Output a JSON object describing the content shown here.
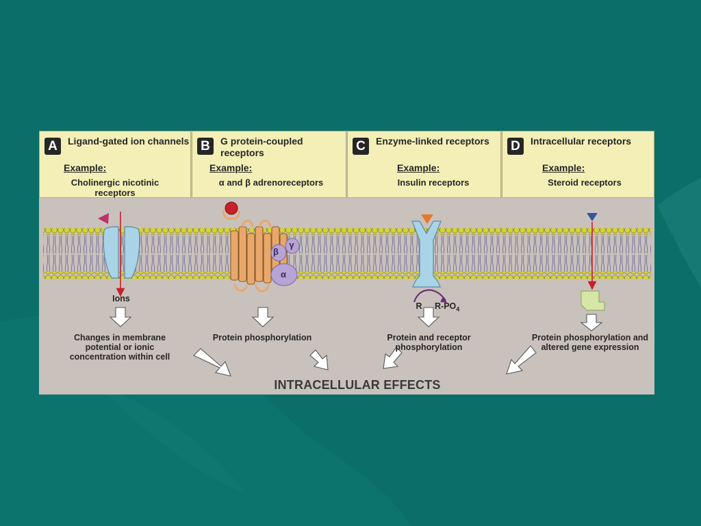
{
  "panels": [
    {
      "letter": "A",
      "title": "Ligand-gated ion channels",
      "example_label": "Example:",
      "example": "Cholinergic nicotinic receptors"
    },
    {
      "letter": "B",
      "title": "G protein-coupled receptors",
      "example_label": "Example:",
      "example": "α and β adrenoreceptors"
    },
    {
      "letter": "C",
      "title": "Enzyme-linked receptors",
      "example_label": "Example:",
      "example": "Insulin receptors"
    },
    {
      "letter": "D",
      "title": "Intracellular receptors",
      "example_label": "Example:",
      "example": "Steroid receptors"
    }
  ],
  "labels": {
    "ions": "Ions",
    "effect_a": "Changes in membrane potential or ionic concentration within cell",
    "effect_b": "Protein phosphorylation",
    "effect_c": "Protein and receptor phosphorylation",
    "effect_d": "Protein phosphorylation and altered gene expression",
    "r": "R",
    "rpo4": "R-PO",
    "rpo4_sub": "4",
    "beta": "β",
    "gamma": "γ",
    "alpha": "α",
    "intracellular_effects": "INTRACELLULAR EFFECTS"
  },
  "colors": {
    "background": "#0c6e68",
    "panel": "#f3efb6",
    "membrane_bg": "#c9c1bb",
    "lipid_head": "#d6d33a",
    "ion_channel": "#a9d3e6",
    "gpcr": "#e9a86b",
    "g_protein": "#b7a3d4",
    "ligand_red": "#c8202a",
    "ligand_pink": "#c2306b",
    "ligand_orange": "#e27a2a",
    "ligand_blue": "#3553a0",
    "arrow_red": "#c81e2a",
    "intracellular_receptor": "#d6e6a6"
  }
}
